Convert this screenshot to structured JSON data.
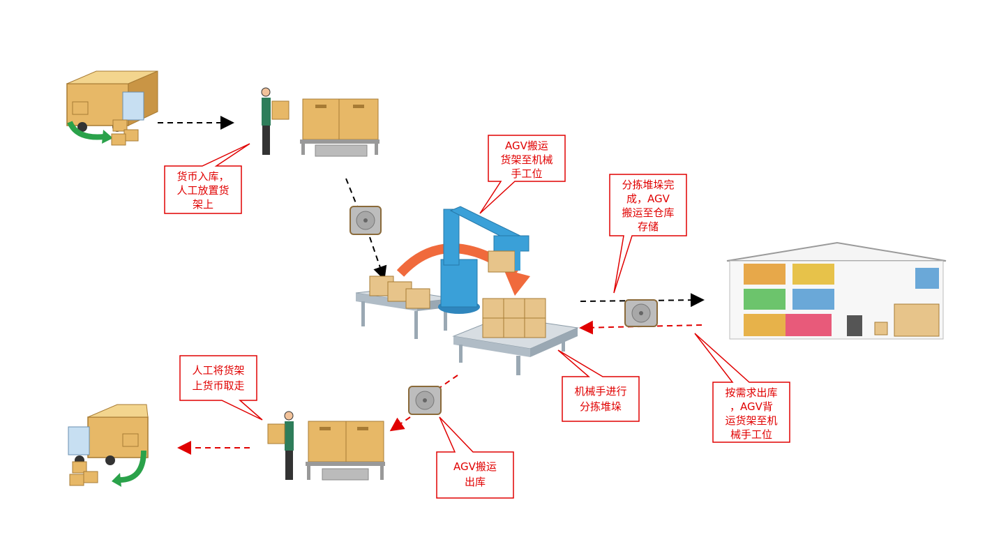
{
  "callouts": {
    "inbound": [
      "货币入库，",
      "人工放置货",
      "架上"
    ],
    "agv_to_robot": [
      "AGV搬运",
      "货架至机械",
      "手工位"
    ],
    "sorting_done": [
      "分拣堆垛完",
      "成，AGV",
      "搬运至仓库",
      "存储"
    ],
    "robot_sorting": [
      "机械手进行",
      "分拣堆垛"
    ],
    "on_demand": [
      "按需求出库",
      "，AGV背",
      "运货架至机",
      "械手工位"
    ],
    "agv_outbound": [
      "AGV搬运",
      "出库"
    ],
    "manual_remove": [
      "人工将货架",
      "上货币取走"
    ]
  },
  "colors": {
    "callout_border": "#e00000",
    "callout_text": "#e00000",
    "inbound_arrow": "#000000",
    "outbound_arrow": "#e00000",
    "robot_arm": "#3aa0d8",
    "orange_arrow": "#f06a3c",
    "box": "#e6b56a"
  }
}
